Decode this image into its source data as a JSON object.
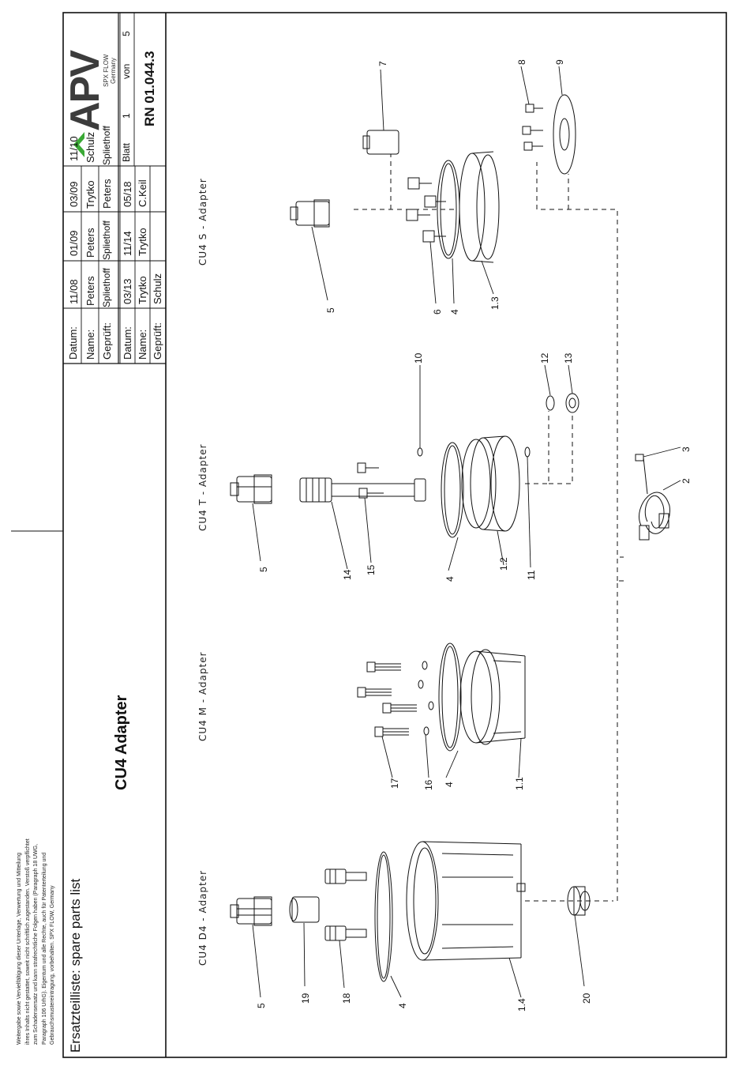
{
  "header": {
    "disclaimer_lines": [
      "Weitergabe sowie Vervielfältigung dieser Unterlage, Verwertung und Mitteilung",
      "ihres Inhalts nicht gestattet, soweit nicht schriftlich zugestanden. Verstoß verpflichtet",
      "zum Schadensersatz und kann strafrechtliche Folgen haben (Paragraph 18 UWG,",
      "Paragraph 106 UrhG). Eigentum und alle Rechte, auch für Patenterteilung und",
      "Gebrauchsmustereintragung, vorbehalten. SPX FLOW, Germany"
    ],
    "document_type": "Ersatzteilliste: spare parts list",
    "title": "CU4 Adapter"
  },
  "revision_block": {
    "row_labels": [
      "Datum:",
      "Name:",
      "Geprüft:"
    ],
    "upper": [
      {
        "datum": "11/08",
        "name": "Peters",
        "geprueft": "Spliethoff"
      },
      {
        "datum": "01/09",
        "name": "Peters",
        "geprueft": "Spliethoff"
      },
      {
        "datum": "03/09",
        "name": "Trytko",
        "geprueft": "Peters"
      },
      {
        "datum": "11/10",
        "name": "Schulz",
        "geprueft": "Spliethoff"
      }
    ],
    "lower": [
      {
        "datum": "03/13",
        "name": "Trytko",
        "geprueft": "Schulz"
      },
      {
        "datum": "11/14",
        "name": "Trytko",
        "geprueft": ""
      },
      {
        "datum": "05/18",
        "name": "C.Keil",
        "geprueft": ""
      }
    ]
  },
  "logo": {
    "brand": "APV",
    "company": "SPX FLOW",
    "country": "Germany",
    "accent_color": "#3aa935",
    "mark_color": "#3c3c3c"
  },
  "sheet": {
    "blatt_label": "Blatt",
    "page": "1",
    "von_label": "von",
    "total": "5",
    "doc_number": "RN 01.044.3"
  },
  "groups": [
    {
      "id": "d4",
      "label": "CU4 D4 - Adapter"
    },
    {
      "id": "m",
      "label": "CU4 M - Adapter"
    },
    {
      "id": "t",
      "label": "CU4 T - Adapter"
    },
    {
      "id": "s",
      "label": "CU4 S - Adapter"
    }
  ],
  "callouts": [
    "5",
    "19",
    "18",
    "4",
    "1.4",
    "20",
    "17",
    "16",
    "4",
    "1.1",
    "5",
    "14",
    "15",
    "4",
    "1.2",
    "11",
    "10",
    "12",
    "13",
    "3",
    "2",
    "5",
    "6",
    "4",
    "1.3",
    "7",
    "8",
    "9"
  ]
}
